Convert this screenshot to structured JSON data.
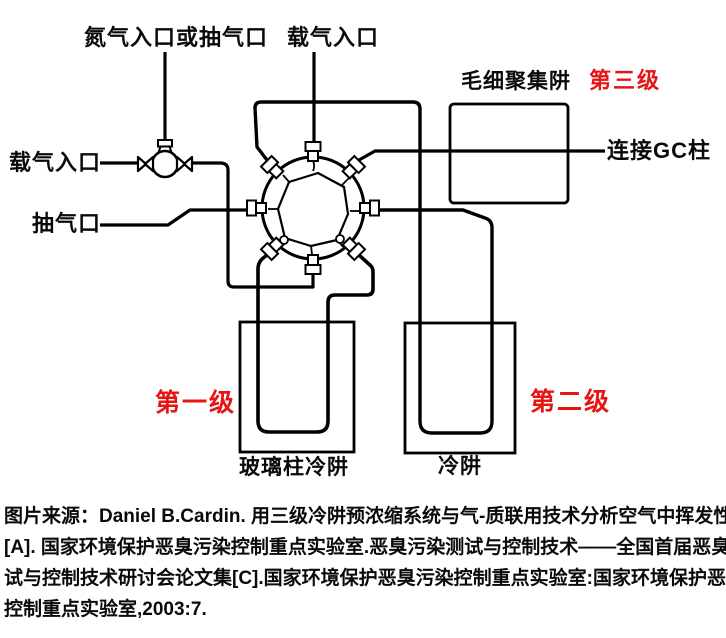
{
  "figure": {
    "labels": {
      "nitrogen_or_pump_inlet": "氮气入口或抽气口",
      "carrier_gas_inlet_top": "载气入口",
      "carrier_gas_inlet_left": "载气入口",
      "pump_port": "抽气口",
      "capillary_trap": "毛细聚集阱",
      "stage_three": "第三级",
      "connect_gc_column": "连接GC柱",
      "stage_one": "第一级",
      "stage_two": "第二级",
      "glass_column_cold_trap": "玻璃柱冷阱",
      "cold_trap": "冷阱"
    },
    "colors": {
      "stage_label_red": "#e81414",
      "line_black": "#000000",
      "background": "#ffffff"
    }
  },
  "caption": {
    "lines": [
      "图片来源：Daniel B.Cardin. 用三级冷阱预浓缩系统与气-质联用技术分析空气中挥发性硫化物",
      "[A]. 国家环境保护恶臭污染控制重点实验室.恶臭污染测试与控制技术——全国首届恶臭污染测",
      "试与控制技术研讨会论文集[C].国家环境保护恶臭污染控制重点实验室:国家环境保护恶臭污染",
      "控制重点实验室,2003:7."
    ]
  }
}
